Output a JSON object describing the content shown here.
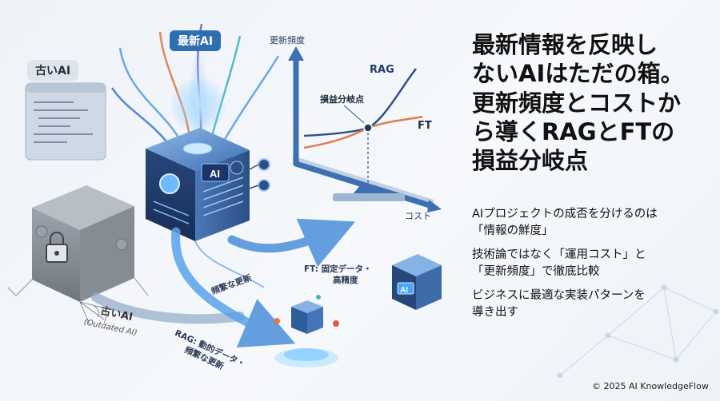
{
  "illustration": {
    "old_ai_badge": "古いAI",
    "new_ai_badge": "最新AI",
    "chip_text": "AI",
    "old_ai_caption": "古いAI",
    "old_ai_caption_en": "(Outdated AI)",
    "frequent_update_label": "頻繁な更新",
    "rag_arrow_label": [
      "RAG: 動的データ・",
      "頻繁な更新"
    ],
    "ft_arrow_label": [
      "FT: 固定データ・",
      "高精度"
    ]
  },
  "chart": {
    "y_axis_label": "更新頻度",
    "x_axis_label": "コスト",
    "curve_rag_label": "RAG",
    "curve_ft_label": "FT",
    "breakeven_label": "損益分岐点"
  },
  "headline": [
    "最新情報を反映し",
    "ないAIはただの箱。",
    "更新頻度とコストか",
    "ら導くRAGとFTの",
    "損益分岐点"
  ],
  "bullets": [
    [
      "AIプロジェクトの成否を分けるのは",
      "「情報の鮮度」"
    ],
    [
      "技術論ではなく「運用コスト」と",
      "「更新頻度」で徹底比較"
    ],
    [
      "ビジネスに最適な実装パターンを",
      "導き出す"
    ]
  ],
  "copyright": "© 2025 AI KnowledgeFlow",
  "colors": {
    "old_ai_badge_bg": "#dfe4ea",
    "new_ai_badge_bg": "#2f6fb0",
    "rag_curve": "#2c4f8c",
    "ft_curve": "#e07a4a",
    "flow_blue": "#4a90d9"
  }
}
